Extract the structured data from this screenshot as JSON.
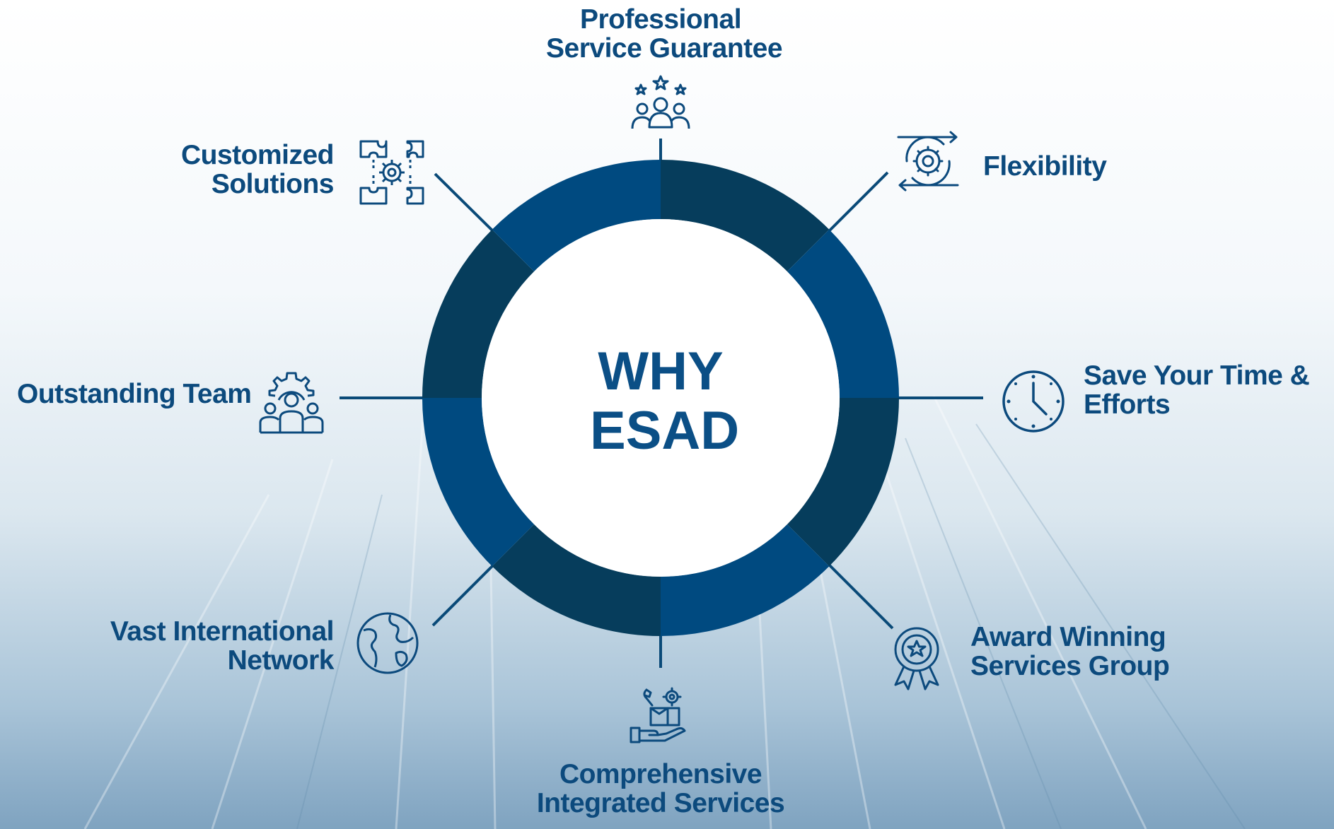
{
  "center": {
    "line1": "WHY",
    "line2": "ESAD"
  },
  "colors": {
    "dark": "#063d5c",
    "mid": "#004a80",
    "text": "#0c4a7d",
    "line": "#0a4a78"
  },
  "features": {
    "professional": {
      "line1": "Professional",
      "line2": "Service Guarantee",
      "icon": "team-stars-icon"
    },
    "flexibility": {
      "line1": "Flexibility",
      "icon": "gear-cycle-icon"
    },
    "save_time": {
      "line1": "Save Your Time &",
      "line2": "Efforts",
      "icon": "clock-icon"
    },
    "award": {
      "line1": "Award Winning",
      "line2": "Services Group",
      "icon": "award-badge-icon"
    },
    "comprehensive": {
      "line1": "Comprehensive",
      "line2": "Integrated Services",
      "icon": "hand-tools-box-icon"
    },
    "network": {
      "line1": "Vast  International",
      "line2": "Network",
      "icon": "globe-icon"
    },
    "team": {
      "line1": "Outstanding Team",
      "icon": "gear-team-icon"
    },
    "customized": {
      "line1": "Customized",
      "line2": "Solutions",
      "icon": "puzzle-gear-icon"
    }
  }
}
